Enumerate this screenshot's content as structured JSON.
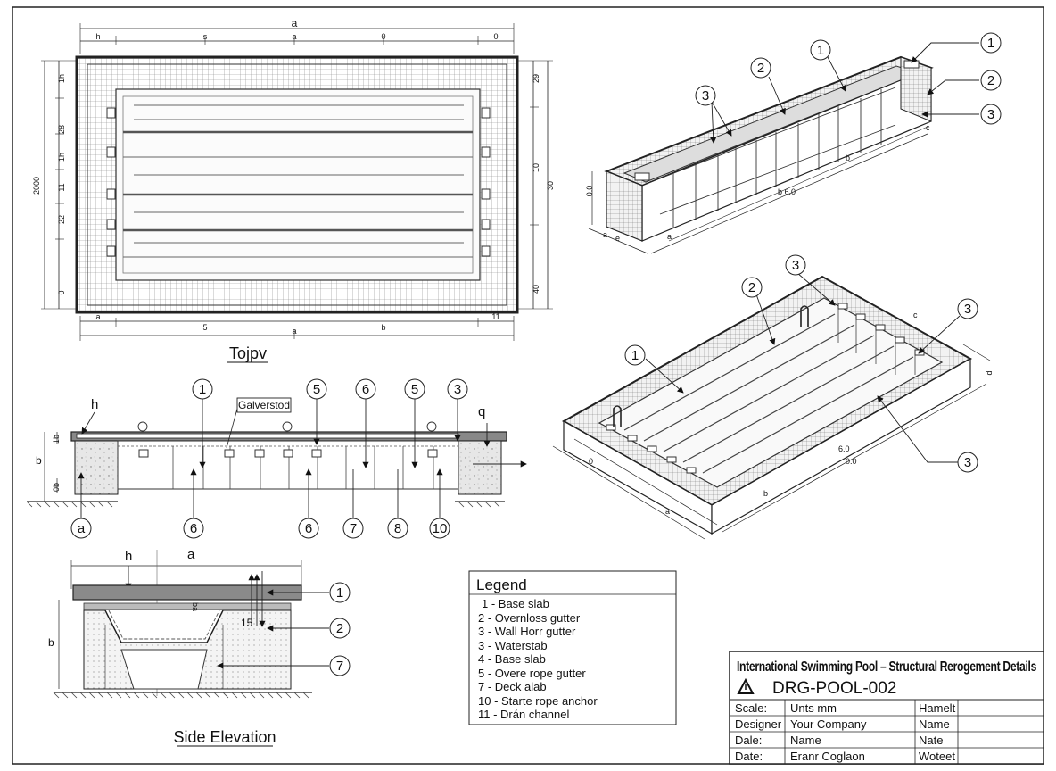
{
  "sheet": {
    "top_view_title": "Tojpv",
    "side_elevation_title": "Side Elevation",
    "note_galv": "Galverstod"
  },
  "top_dims": {
    "overall": "a",
    "segments": [
      "h",
      "s",
      "a",
      "0",
      "0"
    ],
    "left": [
      "1h",
      "28",
      "1h",
      "11",
      "22",
      "0"
    ],
    "left_total": "2000",
    "right": [
      "29",
      "10",
      "30",
      "40"
    ],
    "bottom_segments": [
      "a",
      "5",
      "11"
    ],
    "bottom_mid": [
      "a",
      "b"
    ]
  },
  "iso_top_dims": {
    "height": "0.0",
    "len_b": "b",
    "len_b60": "b  6.0",
    "c": "c",
    "left": [
      "a",
      "e",
      "a"
    ]
  },
  "iso_pool_dims": {
    "side": "0.0",
    "len": "6.0",
    "c": "c",
    "d": "d",
    "left": [
      "0",
      "a"
    ],
    "b": "b"
  },
  "section_dims": {
    "h": "h",
    "q": "q",
    "b": "b",
    "small": [
      "1b",
      "0b"
    ]
  },
  "detail_dims": {
    "h": "h",
    "a": "a",
    "b": "b",
    "ba": "ba",
    "n15": "15"
  },
  "callouts": {
    "iso_top": [
      "1",
      "2",
      "3",
      "1",
      "2",
      "3"
    ],
    "iso_pool": [
      "3",
      "2",
      "3",
      "1",
      "3"
    ],
    "section_top": [
      "1",
      "5",
      "6",
      "5",
      "3"
    ],
    "section_bottom": [
      "a",
      "6",
      "6",
      "7",
      "8",
      "10"
    ],
    "detail": [
      "1",
      "2",
      "7"
    ]
  },
  "legend": {
    "title": "Legend",
    "items": [
      "1 - Base slab",
      "2 - Overnloss gutter",
      "3 - Wall Horr gutter",
      "3 - Waterstab",
      "4 - Base slab",
      "5 - Overe rope gutter",
      "7 - Deck alab",
      "10 - Starte rope anchor",
      "11 - Drán channel"
    ]
  },
  "title_block": {
    "heading": "International Swimming Pool – Structural Rerogement Details",
    "drawing_code": "DRG-POOL-002",
    "rows": [
      {
        "label": "Scale:",
        "value": "Unts mm",
        "label2": "Hamelt",
        "value2": ""
      },
      {
        "label": "Designer",
        "value": "Your Company",
        "label2": "Name",
        "value2": ""
      },
      {
        "label": "Dale:",
        "value": "Name",
        "label2": "Nate",
        "value2": ""
      },
      {
        "label": "Date:",
        "value": "Eranr Coglaon",
        "label2": "Woteet",
        "value2": ""
      }
    ]
  }
}
